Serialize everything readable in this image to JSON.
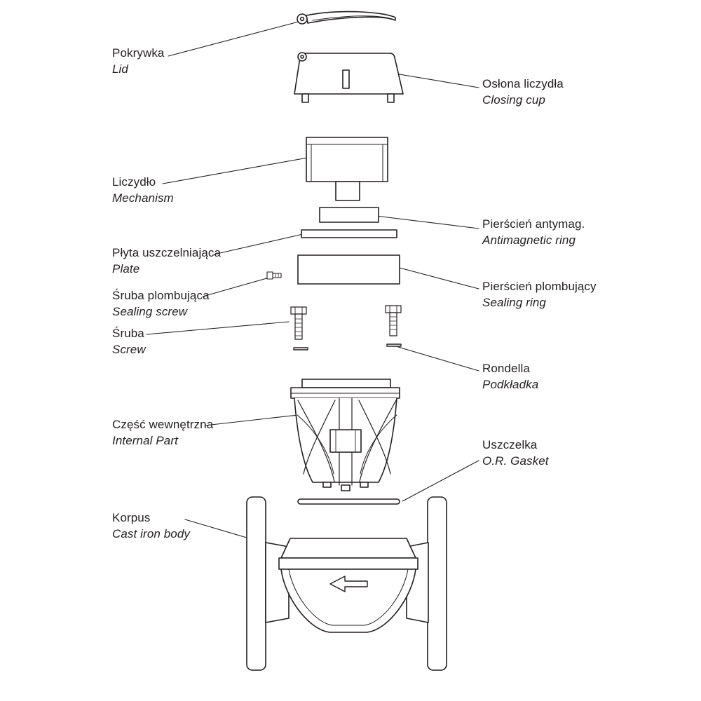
{
  "page": {
    "background": "#ffffff",
    "ink_color": "#231f20"
  },
  "diagram": {
    "type": "exploded-parts-diagram",
    "subject": "water-meter",
    "labels": {
      "lid": {
        "line1": "Pokrywka",
        "line2": "Lid"
      },
      "closing_cup": {
        "line1": "Osłona liczydła",
        "line2": "Closing cup"
      },
      "mechanism": {
        "line1": "Liczydło",
        "line2": "Mechanism"
      },
      "antimagnetic_ring": {
        "line1": "Pierścień antymag.",
        "line2": "Antimagnetic ring"
      },
      "plate": {
        "line1": "Płyta uszczelniająca",
        "line2": "Plate"
      },
      "sealing_screw": {
        "line1": "Śruba plombująca",
        "line2": "Sealing screw"
      },
      "sealing_ring": {
        "line1": "Pierścień plombujący",
        "line2": "Sealing ring"
      },
      "screw": {
        "line1": "Śruba",
        "line2": "Screw"
      },
      "washer": {
        "line1": "Rondella",
        "line2": "Podkładka"
      },
      "internal_part": {
        "line1": "Część wewnętrzna",
        "line2": "Internal Part"
      },
      "gasket": {
        "line1": "Uszczelka",
        "line2": "O.R. Gasket"
      },
      "body": {
        "line1": "Korpus",
        "line2": "Cast iron body"
      }
    }
  }
}
